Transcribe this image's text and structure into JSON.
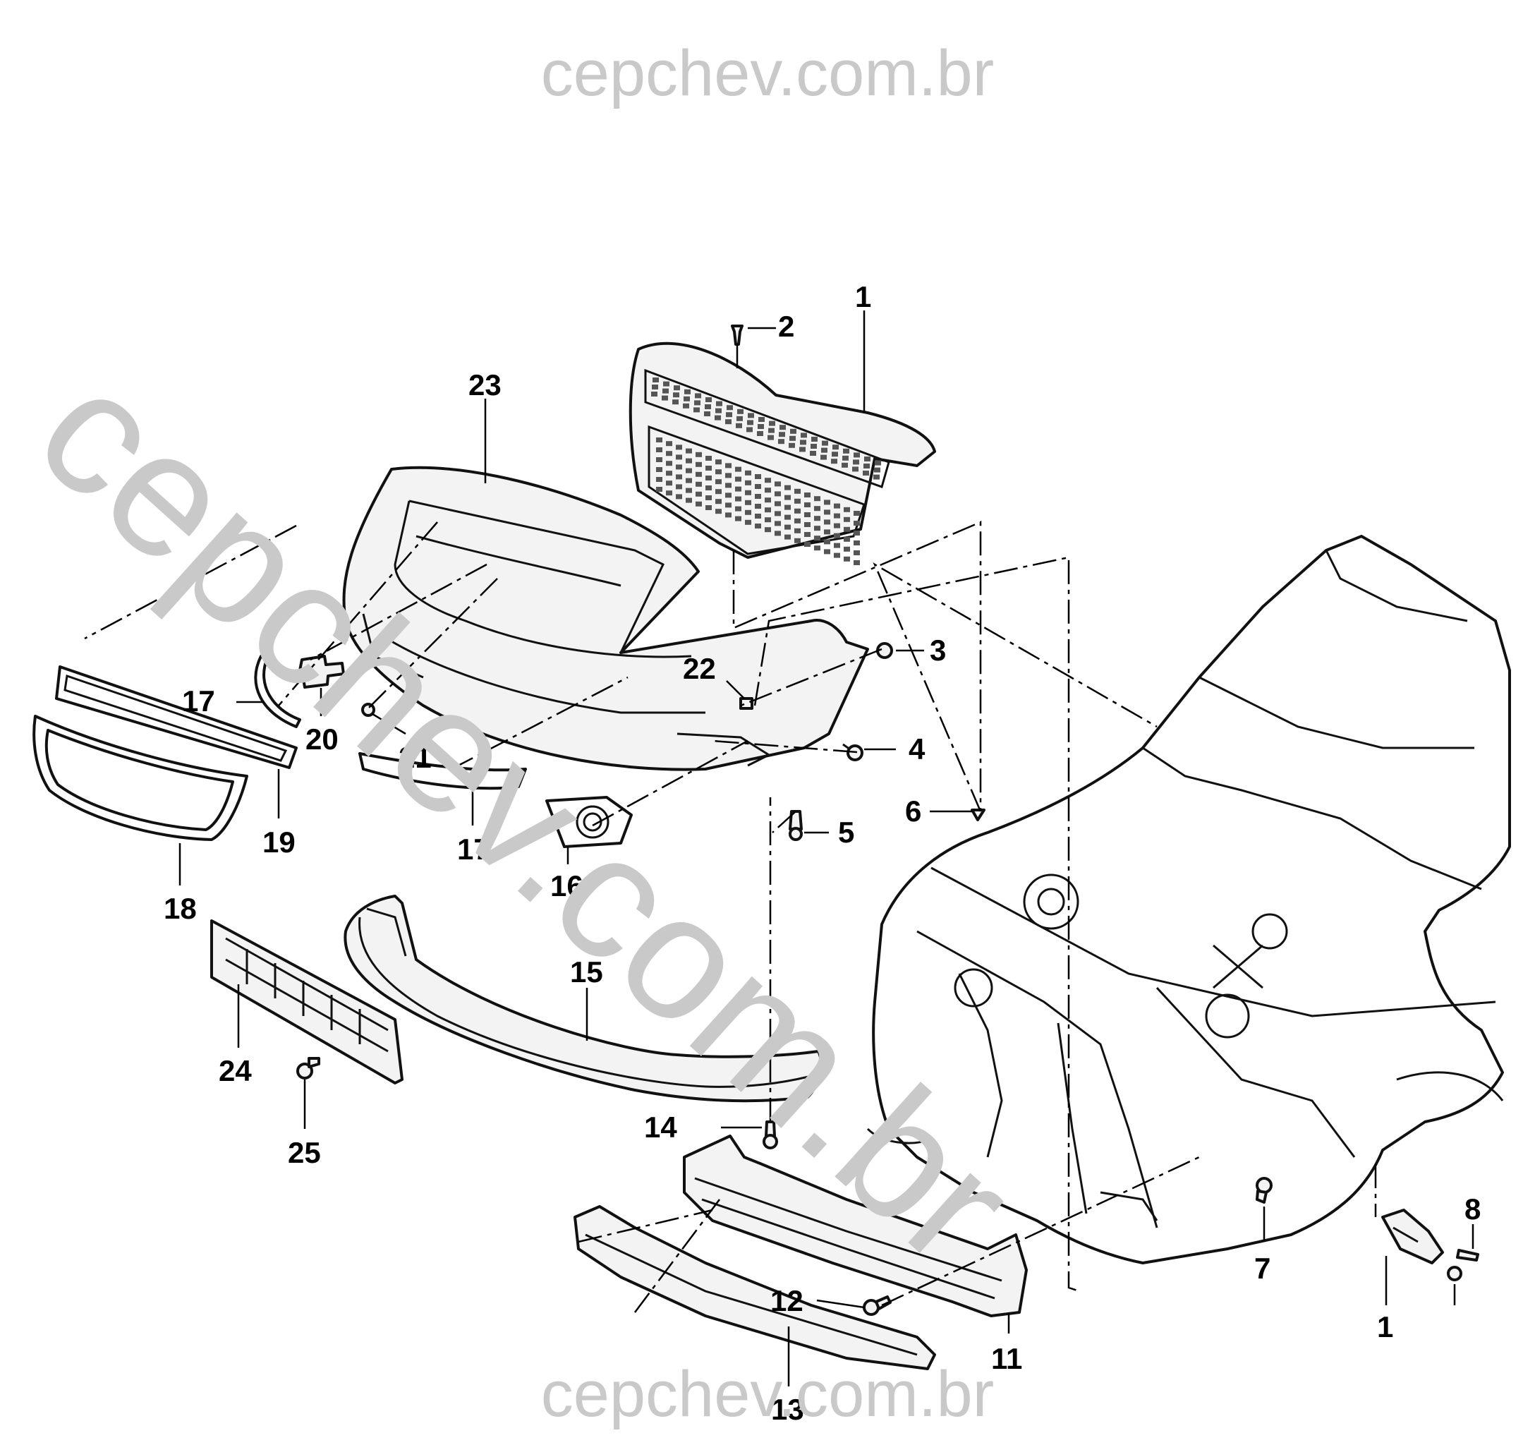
{
  "watermark": {
    "top": "cepchev.com.br",
    "bottom": "cepchev.com.br",
    "diagonal": "cepchev.com.br"
  },
  "callouts": {
    "c1": "1",
    "c1b": "1",
    "c2": "2",
    "c3": "3",
    "c4": "4",
    "c5": "5",
    "c6": "6",
    "c7": "7",
    "c8": "8",
    "c11": "11",
    "c12": "12",
    "c13": "13",
    "c14": "14",
    "c15": "15",
    "c16": "16",
    "c17": "17",
    "c17b": "17",
    "c18": "18",
    "c19": "19",
    "c20": "20",
    "c21": "21",
    "c22": "22",
    "c23": "23",
    "c24": "24",
    "c25": "25"
  }
}
